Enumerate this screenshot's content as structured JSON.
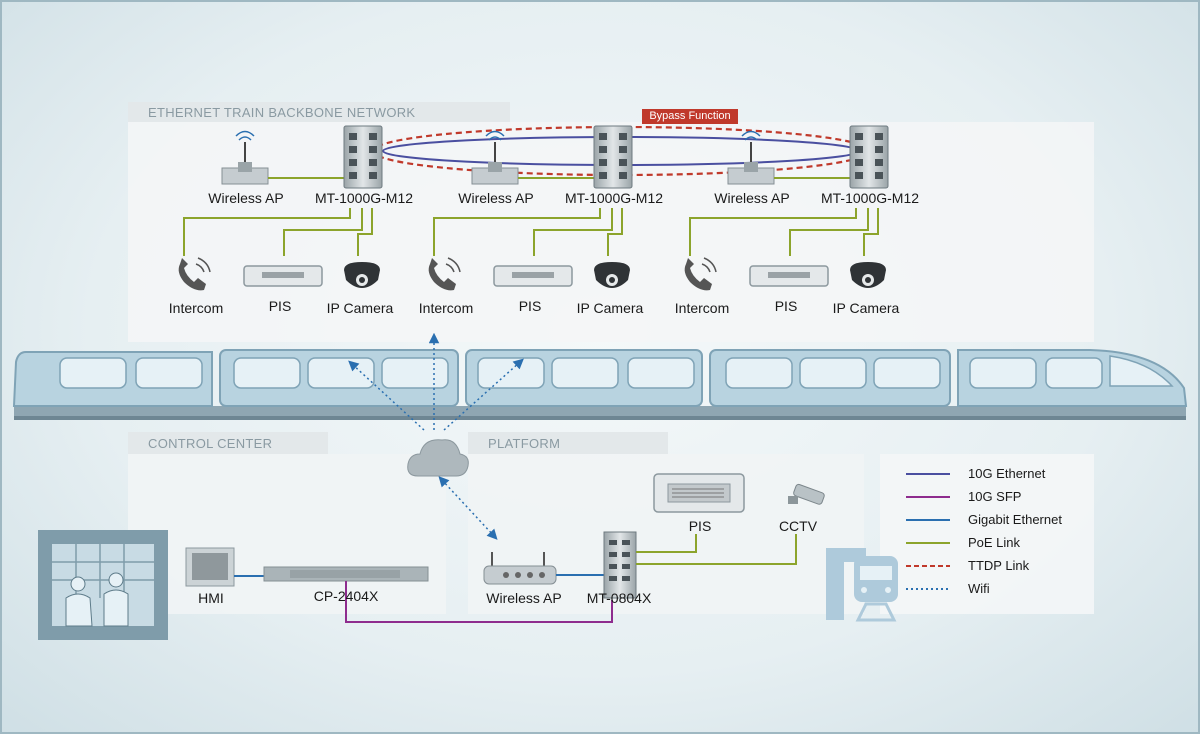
{
  "sections": {
    "backbone": "ETHERNET TRAIN BACKBONE NETWORK",
    "control_center": "CONTROL CENTER",
    "platform": "PLATFORM"
  },
  "bypass_label": "Bypass Function",
  "car_labels": {
    "wireless_ap": "Wireless AP",
    "switch": "MT-1000G-M12",
    "intercom": "Intercom",
    "pis": "PIS",
    "ip_camera": "IP Camera"
  },
  "control": {
    "hmi": "HMI",
    "cp": "CP-2404X"
  },
  "platform": {
    "wireless_ap": "Wireless AP",
    "mt0804": "MT-0804X",
    "pis": "PIS",
    "cctv": "CCTV"
  },
  "legend": [
    {
      "label": "10G Ethernet",
      "color": "#4a4fa0",
      "style": "solid"
    },
    {
      "label": "10G SFP",
      "color": "#8e2c8e",
      "style": "solid"
    },
    {
      "label": "Gigabit Ethernet",
      "color": "#2a6fb0",
      "style": "solid"
    },
    {
      "label": "PoE Link",
      "color": "#8ca42c",
      "style": "solid"
    },
    {
      "label": "TTDP Link",
      "color": "#c0392b",
      "style": "dashed"
    },
    {
      "label": "Wifi",
      "color": "#2a6fb0",
      "style": "dotted"
    }
  ]
}
